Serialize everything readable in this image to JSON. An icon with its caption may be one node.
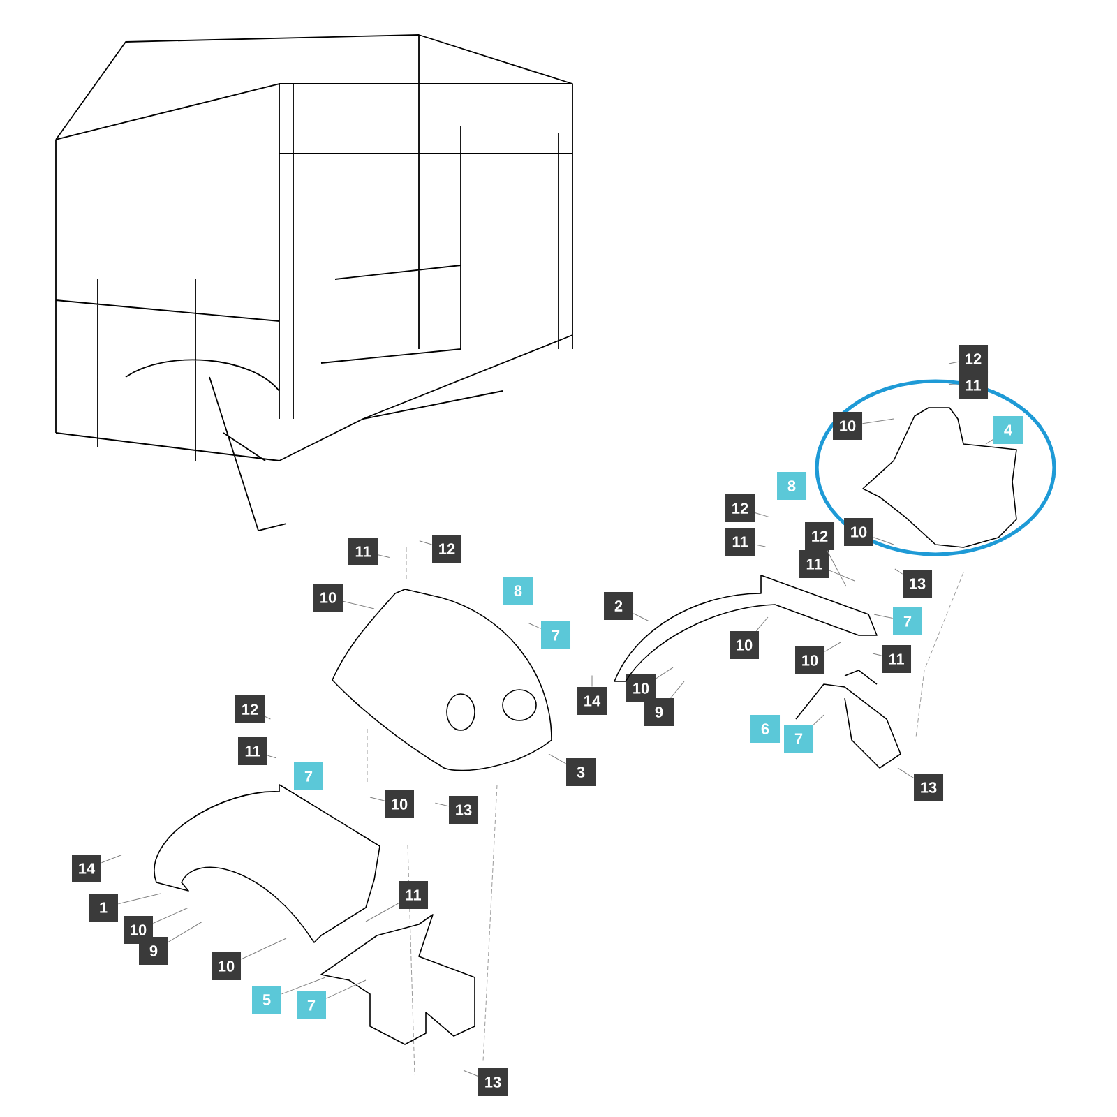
{
  "diagram": {
    "nodes": [
      {
        "text": [
          "12"
        ]
      },
      {
        "text": [
          "11"
        ]
      },
      {
        "text": [
          "10"
        ]
      },
      {
        "text": [
          "4"
        ]
      },
      {
        "text": [
          "8"
        ]
      },
      {
        "text": [
          "12"
        ]
      },
      {
        "text": [
          "11"
        ]
      },
      {
        "text": [
          "12"
        ]
      },
      {
        "text": [
          "10"
        ]
      },
      {
        "text": [
          "11"
        ]
      },
      {
        "text": [
          "13"
        ]
      },
      {
        "text": [
          "7"
        ]
      },
      {
        "text": [
          "2"
        ]
      },
      {
        "text": [
          "10"
        ]
      },
      {
        "text": [
          "10"
        ]
      },
      {
        "text": [
          "11"
        ]
      },
      {
        "text": [
          "14"
        ]
      },
      {
        "text": [
          "10"
        ]
      },
      {
        "text": [
          "9"
        ]
      },
      {
        "text": [
          "6"
        ]
      },
      {
        "text": [
          "7"
        ]
      },
      {
        "text": [
          "13"
        ]
      },
      {
        "text": [
          "3"
        ]
      },
      {
        "text": [
          "11"
        ]
      },
      {
        "text": [
          "12"
        ]
      },
      {
        "text": [
          "10"
        ]
      },
      {
        "text": [
          "8"
        ]
      },
      {
        "text": [
          "7"
        ]
      },
      {
        "text": [
          "13"
        ]
      },
      {
        "text": [
          "10"
        ]
      },
      {
        "text": [
          "12"
        ]
      },
      {
        "text": [
          "11"
        ]
      },
      {
        "text": [
          "7"
        ]
      },
      {
        "text": [
          "14"
        ]
      },
      {
        "text": [
          "1"
        ]
      },
      {
        "text": [
          "10"
        ]
      },
      {
        "text": [
          "9"
        ]
      },
      {
        "text": [
          "10"
        ]
      },
      {
        "text": [
          "11"
        ]
      },
      {
        "text": [
          "5"
        ]
      },
      {
        "text": [
          "7"
        ]
      },
      {
        "text": [
          "13"
        ]
      },
      {
        "text": [],
        "shape": "picture"
      },
      {
        "text": [],
        "shape": "picture"
      },
      {
        "text": [],
        "shape": "picture"
      },
      {
        "text": [],
        "shape": "picture"
      },
      {
        "text": [],
        "shape": "picture"
      },
      {
        "text": [],
        "shape": "picture"
      }
    ],
    "edges": [
      {
        "from": 0,
        "to": null,
        "arrow": "none"
      },
      {
        "from": 1,
        "to": null,
        "arrow": "none"
      },
      {
        "from": 2,
        "to": 42,
        "arrow": "none"
      },
      {
        "from": 3,
        "to": 42,
        "arrow": "none"
      },
      {
        "from": 5,
        "to": null,
        "arrow": "none"
      },
      {
        "from": 6,
        "to": null,
        "arrow": "none"
      },
      {
        "from": 7,
        "to": 43,
        "arrow": "none"
      },
      {
        "from": 8,
        "to": 42,
        "arrow": "none"
      },
      {
        "from": 9,
        "to": 43,
        "arrow": "none"
      },
      {
        "from": 10,
        "to": null,
        "arrow": "none"
      },
      {
        "from": 11,
        "to": 43,
        "arrow": "none"
      },
      {
        "from": 12,
        "to": 43,
        "arrow": "none"
      },
      {
        "from": 13,
        "to": 43,
        "arrow": "none"
      },
      {
        "from": 14,
        "to": 43,
        "arrow": "none"
      },
      {
        "from": 15,
        "to": 43,
        "arrow": "none"
      },
      {
        "from": 16,
        "to": null,
        "arrow": "none"
      },
      {
        "from": 17,
        "to": 43,
        "arrow": "none"
      },
      {
        "from": 18,
        "to": 43,
        "arrow": "none"
      },
      {
        "from": 20,
        "to": 44,
        "arrow": "none"
      },
      {
        "from": 21,
        "to": 44,
        "arrow": "none"
      },
      {
        "from": 22,
        "to": 45,
        "arrow": "none"
      },
      {
        "from": 23,
        "to": null,
        "arrow": "none"
      },
      {
        "from": 24,
        "to": null,
        "arrow": "none"
      },
      {
        "from": 25,
        "to": 45,
        "arrow": "none"
      },
      {
        "from": 27,
        "to": 45,
        "arrow": "none"
      },
      {
        "from": 28,
        "to": null,
        "arrow": "none"
      },
      {
        "from": 29,
        "to": 46,
        "arrow": "none"
      },
      {
        "from": 30,
        "to": null,
        "arrow": "none"
      },
      {
        "from": 31,
        "to": null,
        "arrow": "none"
      },
      {
        "from": 33,
        "to": null,
        "arrow": "none"
      },
      {
        "from": 34,
        "to": 46,
        "arrow": "none"
      },
      {
        "from": 35,
        "to": 46,
        "arrow": "none"
      },
      {
        "from": 36,
        "to": 46,
        "arrow": "none"
      },
      {
        "from": 37,
        "to": 46,
        "arrow": "none"
      },
      {
        "from": 38,
        "to": 46,
        "arrow": "none"
      },
      {
        "from": 39,
        "to": 47,
        "arrow": "none"
      },
      {
        "from": 40,
        "to": 47,
        "arrow": "none"
      },
      {
        "from": 41,
        "to": null,
        "arrow": "none"
      }
    ]
  }
}
